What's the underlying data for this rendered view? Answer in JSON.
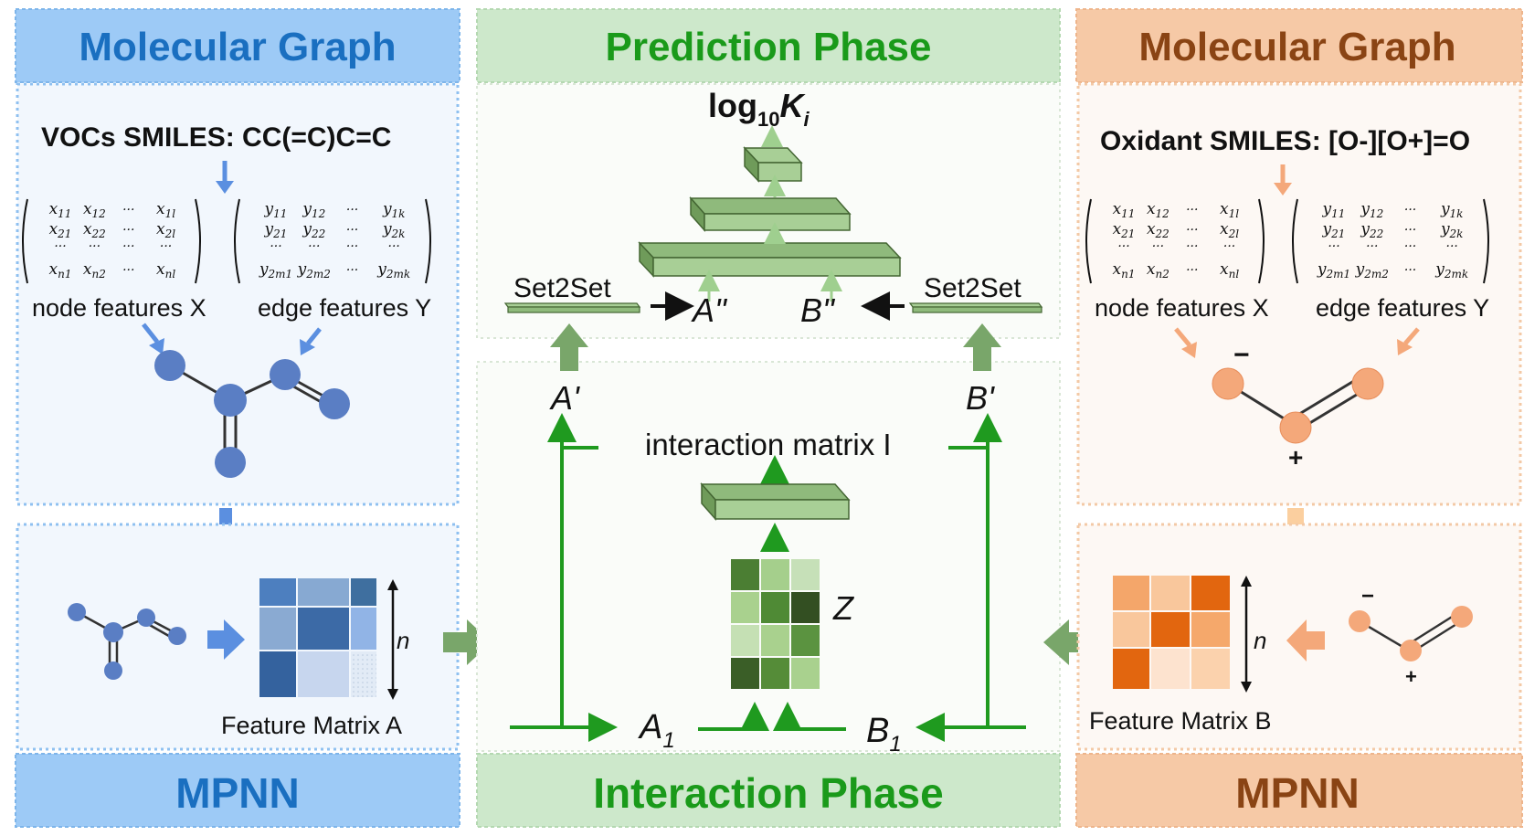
{
  "colors": {
    "blue_header": "#9dcaf6",
    "blue_title": "#1a6fc0",
    "blue_panel": "#f2f7fd",
    "blue_dot": "#5a7ec4",
    "green_header": "#cde8cb",
    "green_title": "#1a9a1a",
    "green_panel": "#fafcf9",
    "green_arrow": "#1f9a1f",
    "orange_header": "#f6c9a6",
    "orange_title": "#8a4414",
    "orange_panel": "#fdf8f4",
    "orange_dot": "#f4a87a"
  },
  "left": {
    "header_title": "Molecular Graph",
    "smiles_label": "VOCs SMILES: ",
    "smiles_value": "CC(=C)C=C",
    "node_label": "node features X",
    "edge_label": "edge features Y",
    "feature_matrix_label": "Feature Matrix A",
    "n_label": "n",
    "footer_title": "MPNN"
  },
  "center": {
    "header_title": "Prediction Phase",
    "output_label_main": "log",
    "output_label_sub": "10",
    "output_label_k": "K",
    "output_label_i": "i",
    "set2set_left": "Set2Set",
    "set2set_right": "Set2Set",
    "a_double": "A\"",
    "b_double": "B\"",
    "a_prime": "A'",
    "b_prime": "B'",
    "interaction_label": "interaction matrix I",
    "z_label": "Z",
    "a1_main": "A",
    "a1_sub": "1",
    "b1_main": "B",
    "b1_sub": "1",
    "footer_title": "Interaction Phase"
  },
  "right": {
    "header_title": "Molecular Graph",
    "smiles_label": "Oxidant SMILES: ",
    "smiles_value": "[O-][O+]=O",
    "node_label": "node features X",
    "edge_label": "edge features Y",
    "feature_matrix_label": "Feature Matrix B",
    "n_label": "n",
    "minus": "−",
    "plus": "+",
    "footer_title": "MPNN"
  },
  "matrices": {
    "x": {
      "rows": [
        [
          "x11",
          "x12",
          "···",
          "x1l"
        ],
        [
          "x21",
          "x22",
          "···",
          "x2l"
        ],
        [
          "···",
          "···",
          "···",
          "···"
        ],
        [
          "xn1",
          "xn2",
          "···",
          "xnl"
        ]
      ]
    },
    "y": {
      "rows": [
        [
          "y11",
          "y12",
          "···",
          "y1k"
        ],
        [
          "y21",
          "y22",
          "···",
          "y2k"
        ],
        [
          "···",
          "···",
          "···",
          "···"
        ],
        [
          "y2m1",
          "y2m2",
          "···",
          "y2mk"
        ]
      ]
    }
  }
}
